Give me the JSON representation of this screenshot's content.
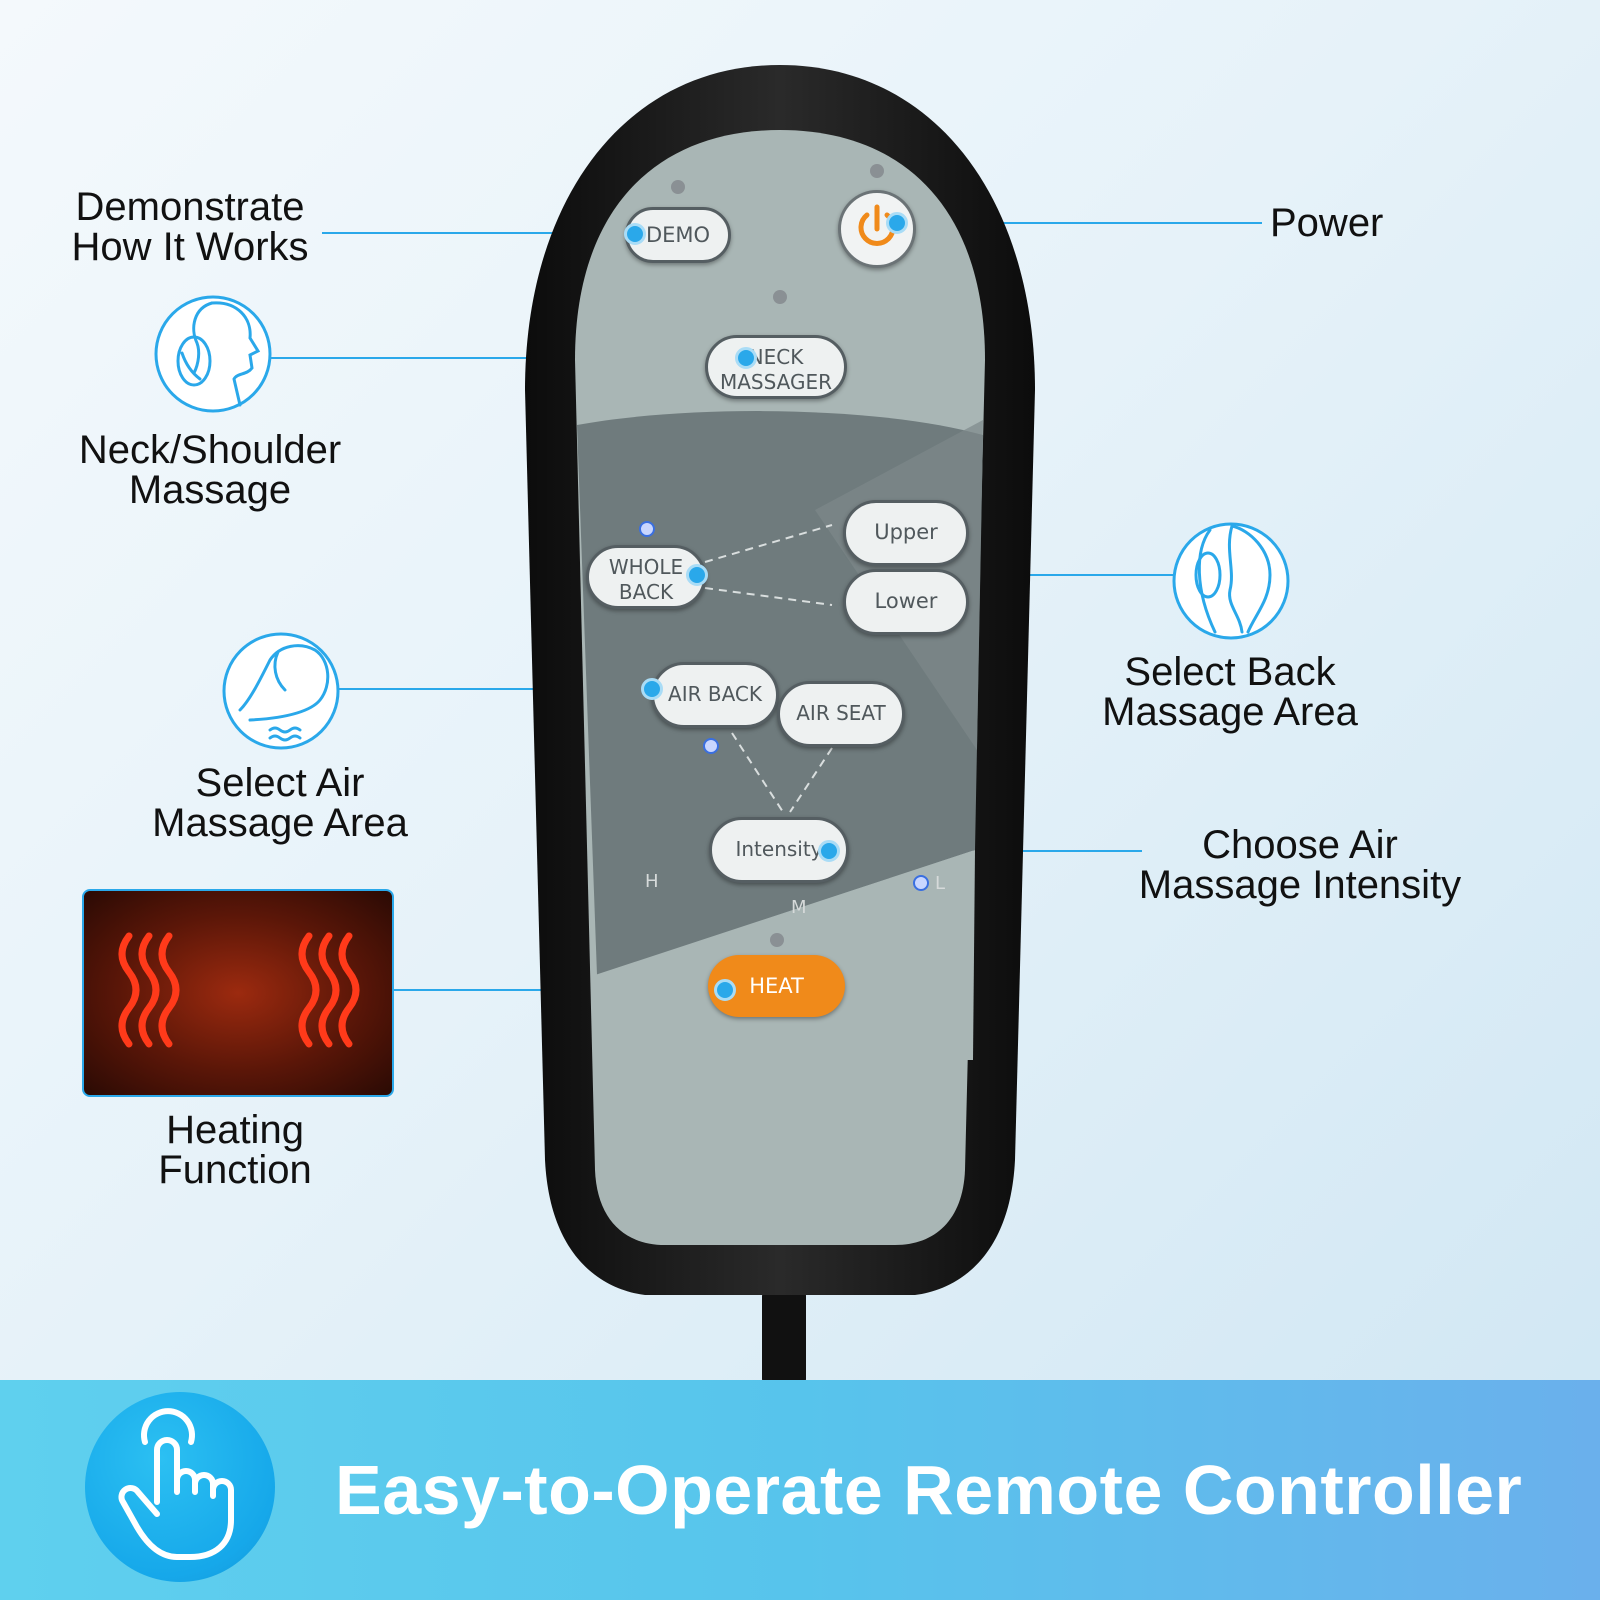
{
  "remote": {
    "buttons": {
      "demo": "DEMO",
      "neck_line1": "NECK",
      "neck_line2": "MASSAGER",
      "whole_back_line1": "WHOLE",
      "whole_back_line2": "BACK",
      "upper": "Upper",
      "lower": "Lower",
      "air_back": "AIR BACK",
      "air_seat": "AIR SEAT",
      "intensity": "Intensity",
      "heat": "HEAT"
    },
    "intensity_levels": {
      "high": "H",
      "medium": "M",
      "low": "L"
    }
  },
  "callouts": {
    "demo": [
      "Demonstrate",
      "How It Works"
    ],
    "power": [
      "Power"
    ],
    "neck": [
      "Neck/Shoulder",
      "Massage"
    ],
    "back": [
      "Select Back",
      "Massage Area"
    ],
    "air": [
      "Select Air",
      "Massage Area"
    ],
    "intensity": [
      "Choose Air",
      "Massage Intensity"
    ],
    "heating": [
      "Heating",
      "Function"
    ]
  },
  "banner": {
    "title": "Easy-to-Operate Remote Controller",
    "icon": "hand-pointer-icon"
  },
  "colors": {
    "accent_blue": "#2aa8ea",
    "heat_orange": "#f08a1a",
    "banner": "#5fc6ee"
  }
}
